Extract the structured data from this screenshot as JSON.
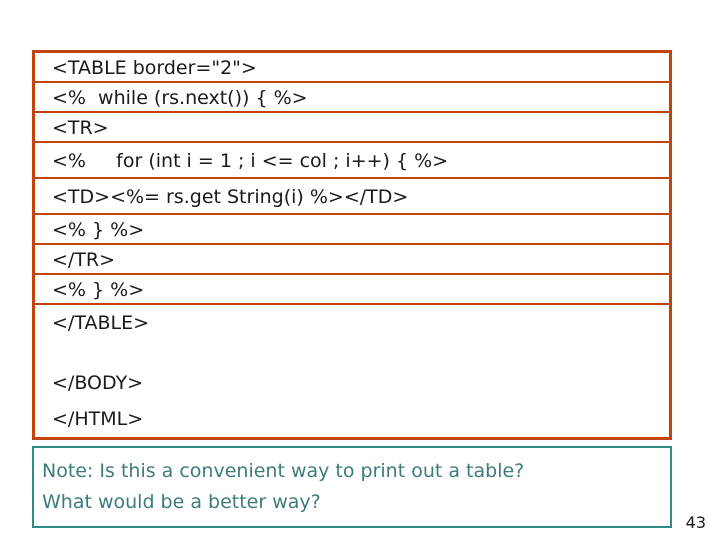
{
  "slide": {
    "number": "43",
    "code_block": {
      "border_color": "#C1440E",
      "lines": [
        {
          "text": "<TABLE border=\"2\">",
          "rule_below": true
        },
        {
          "text": "<%  while (rs.next()) { %>",
          "rule_below": true
        },
        {
          "text": "<TR>",
          "rule_below": true
        },
        {
          "text": "<%     for (int i = 1 ; i <= col ; i++) { %>",
          "rule_below": true
        },
        {
          "text": "<TD><%= rs.get String(i) %></TD>",
          "rule_below": true
        },
        {
          "text": "<% } %>",
          "rule_below": true
        },
        {
          "text": "</TR>",
          "rule_below": true
        },
        {
          "text": "<% } %>",
          "rule_below": true
        },
        {
          "text": "</TABLE>",
          "rule_below": false
        },
        {
          "text": "",
          "rule_below": false
        },
        {
          "text": "</BODY>",
          "rule_below": false
        },
        {
          "text": "</HTML>",
          "rule_below": false
        }
      ]
    },
    "note_block": {
      "border_color": "#2E8B87",
      "text_color": "#3C7C7A",
      "lines": [
        "Note: Is this a convenient way to print out a table?",
        "What would be a better way?"
      ]
    }
  }
}
